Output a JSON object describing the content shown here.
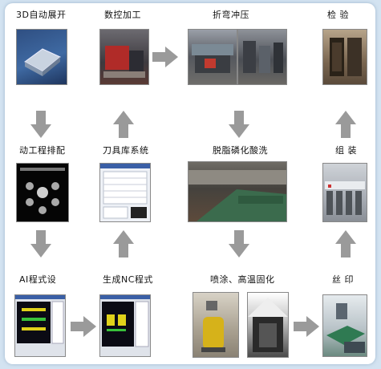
{
  "steps": {
    "s1": "3D自动展开",
    "s2": "数控加工",
    "s3": "折弯冲压",
    "s4": "检 验",
    "s5": "动工程排配",
    "s6": "刀具库系统",
    "s7": "脱脂磷化酸洗",
    "s8": "组 装",
    "s9": "AI程式设",
    "s10": "生成NC程式",
    "s11": "喷涂、高温固化",
    "s12": "丝 印"
  },
  "colors": {
    "arrow": "#9a9a9a",
    "panel_bg": "#d3e3f1"
  }
}
